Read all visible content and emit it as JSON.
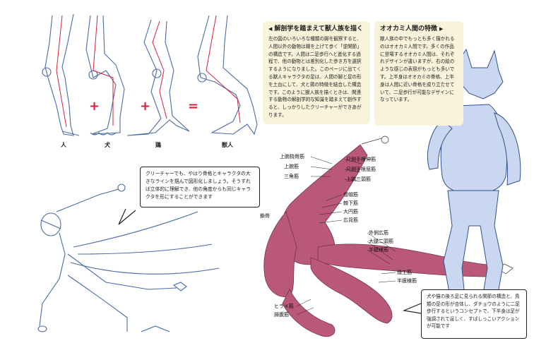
{
  "leg_section": {
    "labels": [
      "人",
      "犬",
      "鶏",
      "獣人"
    ],
    "plus": "+",
    "equals": "="
  },
  "anatomy_note": {
    "title": "解剖学を踏まえて獣人族を描く",
    "body": "左の図のいろいろな種類の脚を観察すると、人間以外の動物は踵を上げて歩く「逆関節」の構造です。人間は二足歩行へと進化する過程で、他の動物とは差別化した歩き方を選択するようになりました。このページに出てくる獣人キャラクタの足は、人間の脚と足の形を土台にして、犬と鶏の特徴を結合した構造です。このように獣人族を描くときは、関連する動物の解剖学的な知識を踏まえて創作すると、しっかりしたクリーチャーができあがります。"
  },
  "wolf_note": {
    "title": "オオカミ人間の特徴",
    "body": "獣人族の中でもっとも多く描かれるのはオオカミ人間です。多くの作品に登場するオオカミ人間は、それぞれデザインが違いますが、右の絵のような感じの表現がもっとも多いです。上半身はオオカミの骨格、上半身は人間に近い骨格を成り立たせていて、二足歩行が可能なデザインになっています。"
  },
  "sketch_bubble": {
    "text": "クリーチャーでも、やはり骨格とキャラクタの大きなラインを掴んで図形化しましょう。そうすれば立体的に理解でき、他の角度からも同じキャラクタを形にすることができます"
  },
  "legs_bubble": {
    "text": "犬や猫の後ろ足に見られる関節の構造と、鳥類の足の形が合体し、ダチョウのように二足歩行するというコンセプトで、下半身は足が強調されて逞しく、すばしっこいアクションが可能です"
  },
  "muscle_labels": {
    "left_top": [
      "上腕桡骨筋",
      "上腕筋",
      "三角筋"
    ],
    "right_top": [
      "尺側手根伸筋",
      "尺側手根屈筋",
      "上腕三頭筋"
    ],
    "mid": [
      "僧帽筋",
      "棘下筋",
      "大円筋",
      "広背筋"
    ],
    "chest": "鎖骨",
    "thigh": [
      "外側広筋",
      "大腿二頭筋",
      "半腱様筋"
    ],
    "lower_right": [
      "縫工筋",
      "半膜様筋"
    ],
    "bottom": [
      "ヒラメ筋",
      "腓腹筋"
    ]
  },
  "colors": {
    "note_bg": "#f8f3da",
    "accent_red": "#d2213a",
    "sketch_blue": "#4a6aa8",
    "muscle": "#9a3a5a"
  }
}
